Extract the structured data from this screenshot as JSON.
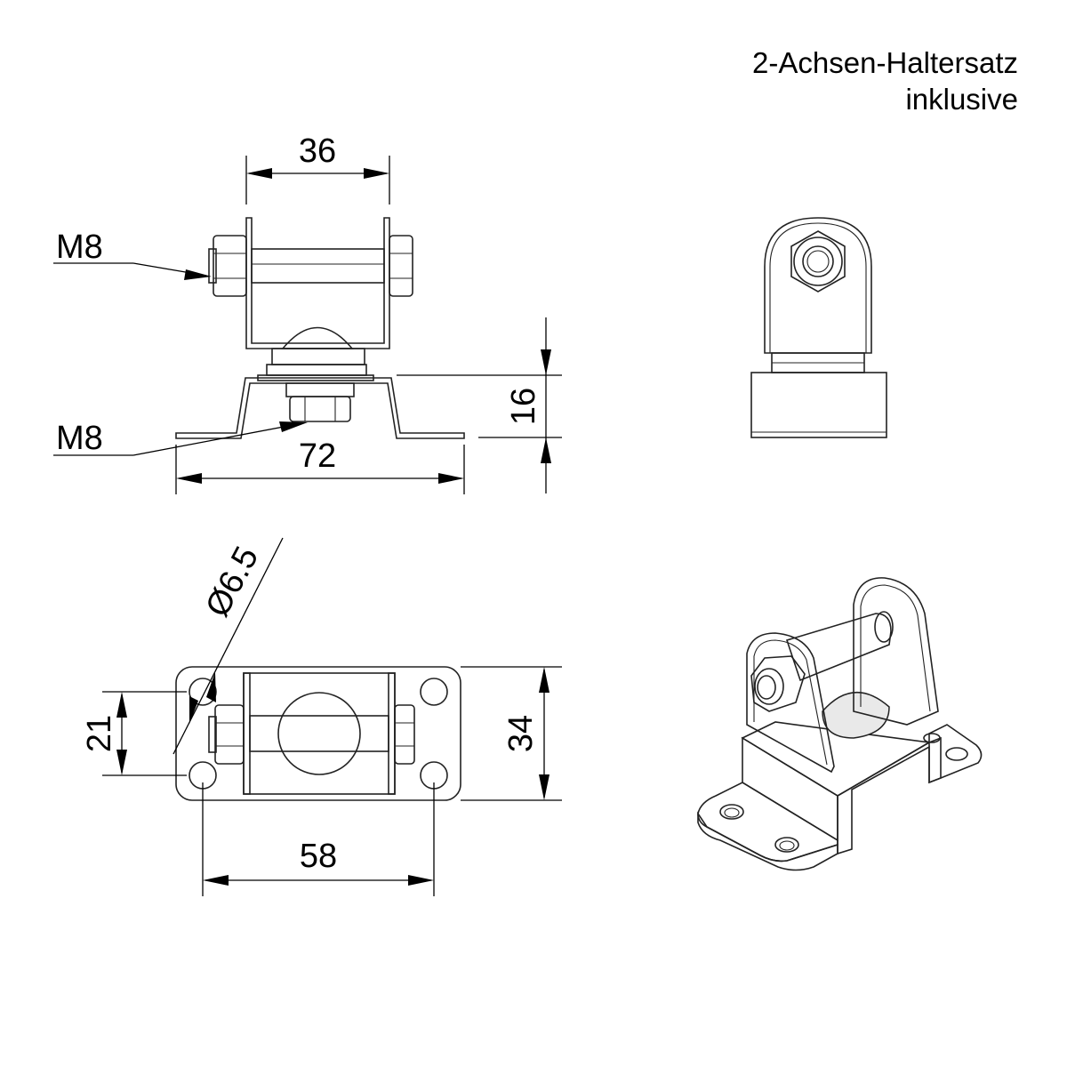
{
  "title": {
    "line1": "2-Achsen-Haltersatz",
    "line2": "inklusive"
  },
  "dimensions": {
    "width_top": "36",
    "thread_top": "M8",
    "thread_bottom": "M8",
    "height_base": "16",
    "length_base": "72",
    "hole_diameter": "Ø6.5",
    "hole_spacing_vertical": "21",
    "plate_width": "34",
    "hole_spacing_horizontal": "58"
  }
}
